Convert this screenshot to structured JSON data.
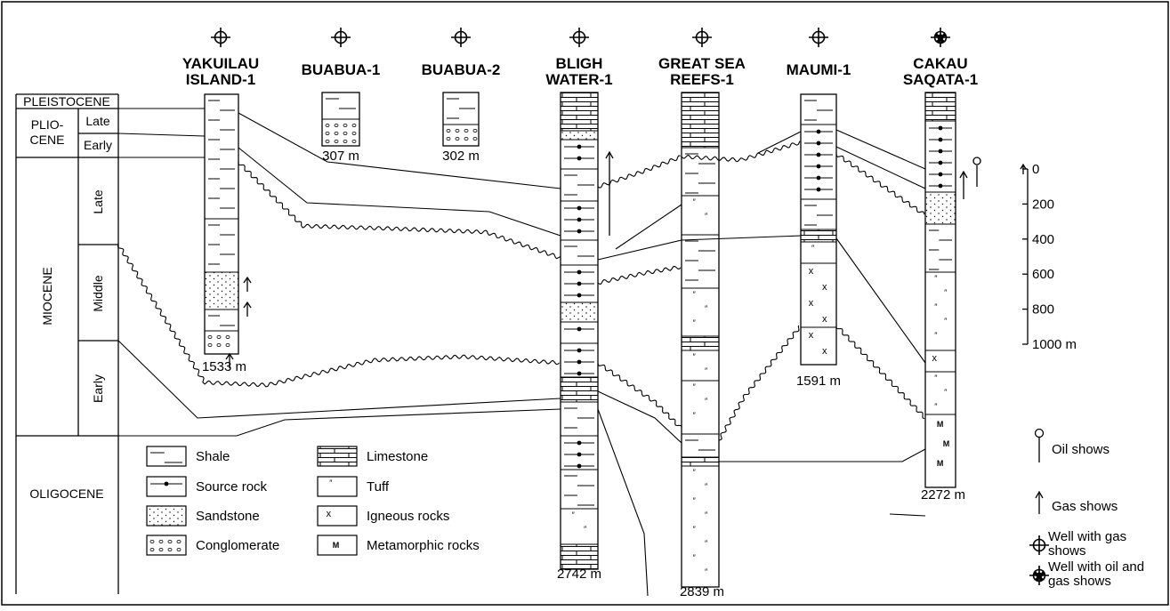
{
  "stratigraphy": {
    "pleistocene": "PLEISTOCENE",
    "pliocene": [
      "PLIO-",
      "CENE"
    ],
    "pliocene_late": "Late",
    "pliocene_early": "Early",
    "miocene": "MIOCENE",
    "miocene_late": "Late",
    "miocene_middle": "Middle",
    "miocene_early": "Early",
    "oligocene": "OLIGOCENE"
  },
  "wells": [
    {
      "name_lines": [
        "YAKUILAU",
        "ISLAND-1"
      ],
      "total_depth": "1533 m",
      "symbol": "well-with-gas-shows"
    },
    {
      "name_lines": [
        "BUABUA-1"
      ],
      "total_depth": "307 m",
      "symbol": "well-with-gas-shows"
    },
    {
      "name_lines": [
        "BUABUA-2"
      ],
      "total_depth": "302 m",
      "symbol": "well-with-gas-shows"
    },
    {
      "name_lines": [
        "BLIGH",
        "WATER-1"
      ],
      "total_depth": "2742 m",
      "symbol": "well-with-gas-shows"
    },
    {
      "name_lines": [
        "GREAT SEA",
        "REEFS-1"
      ],
      "total_depth": "2839 m",
      "symbol": "well-with-gas-shows"
    },
    {
      "name_lines": [
        "MAUMI-1"
      ],
      "total_depth": "1591 m",
      "symbol": "well-with-gas-shows"
    },
    {
      "name_lines": [
        "CAKAU",
        "SAQATA-1"
      ],
      "total_depth": "2272 m",
      "symbol": "well-with-oil-and-gas-shows"
    }
  ],
  "lithology_legend": [
    {
      "key": "shale",
      "label": "Shale"
    },
    {
      "key": "source",
      "label": "Source rock"
    },
    {
      "key": "sandstone",
      "label": "Sandstone"
    },
    {
      "key": "conglomerate",
      "label": "Conglomerate"
    },
    {
      "key": "limestone",
      "label": "Limestone"
    },
    {
      "key": "tuff",
      "label": "Tuff"
    },
    {
      "key": "igneous",
      "label": "Igneous rocks"
    },
    {
      "key": "metamorphic",
      "label": "Metamorphic rocks"
    }
  ],
  "scale": {
    "ticks": [
      "0",
      "200",
      "400",
      "600",
      "800",
      "1000 m"
    ]
  },
  "shows_legend": {
    "oil": "Oil shows",
    "gas": "Gas shows",
    "well_gas": [
      "Well with gas",
      "shows"
    ],
    "well_oil_gas": [
      "Well with oil and",
      "gas shows"
    ]
  }
}
